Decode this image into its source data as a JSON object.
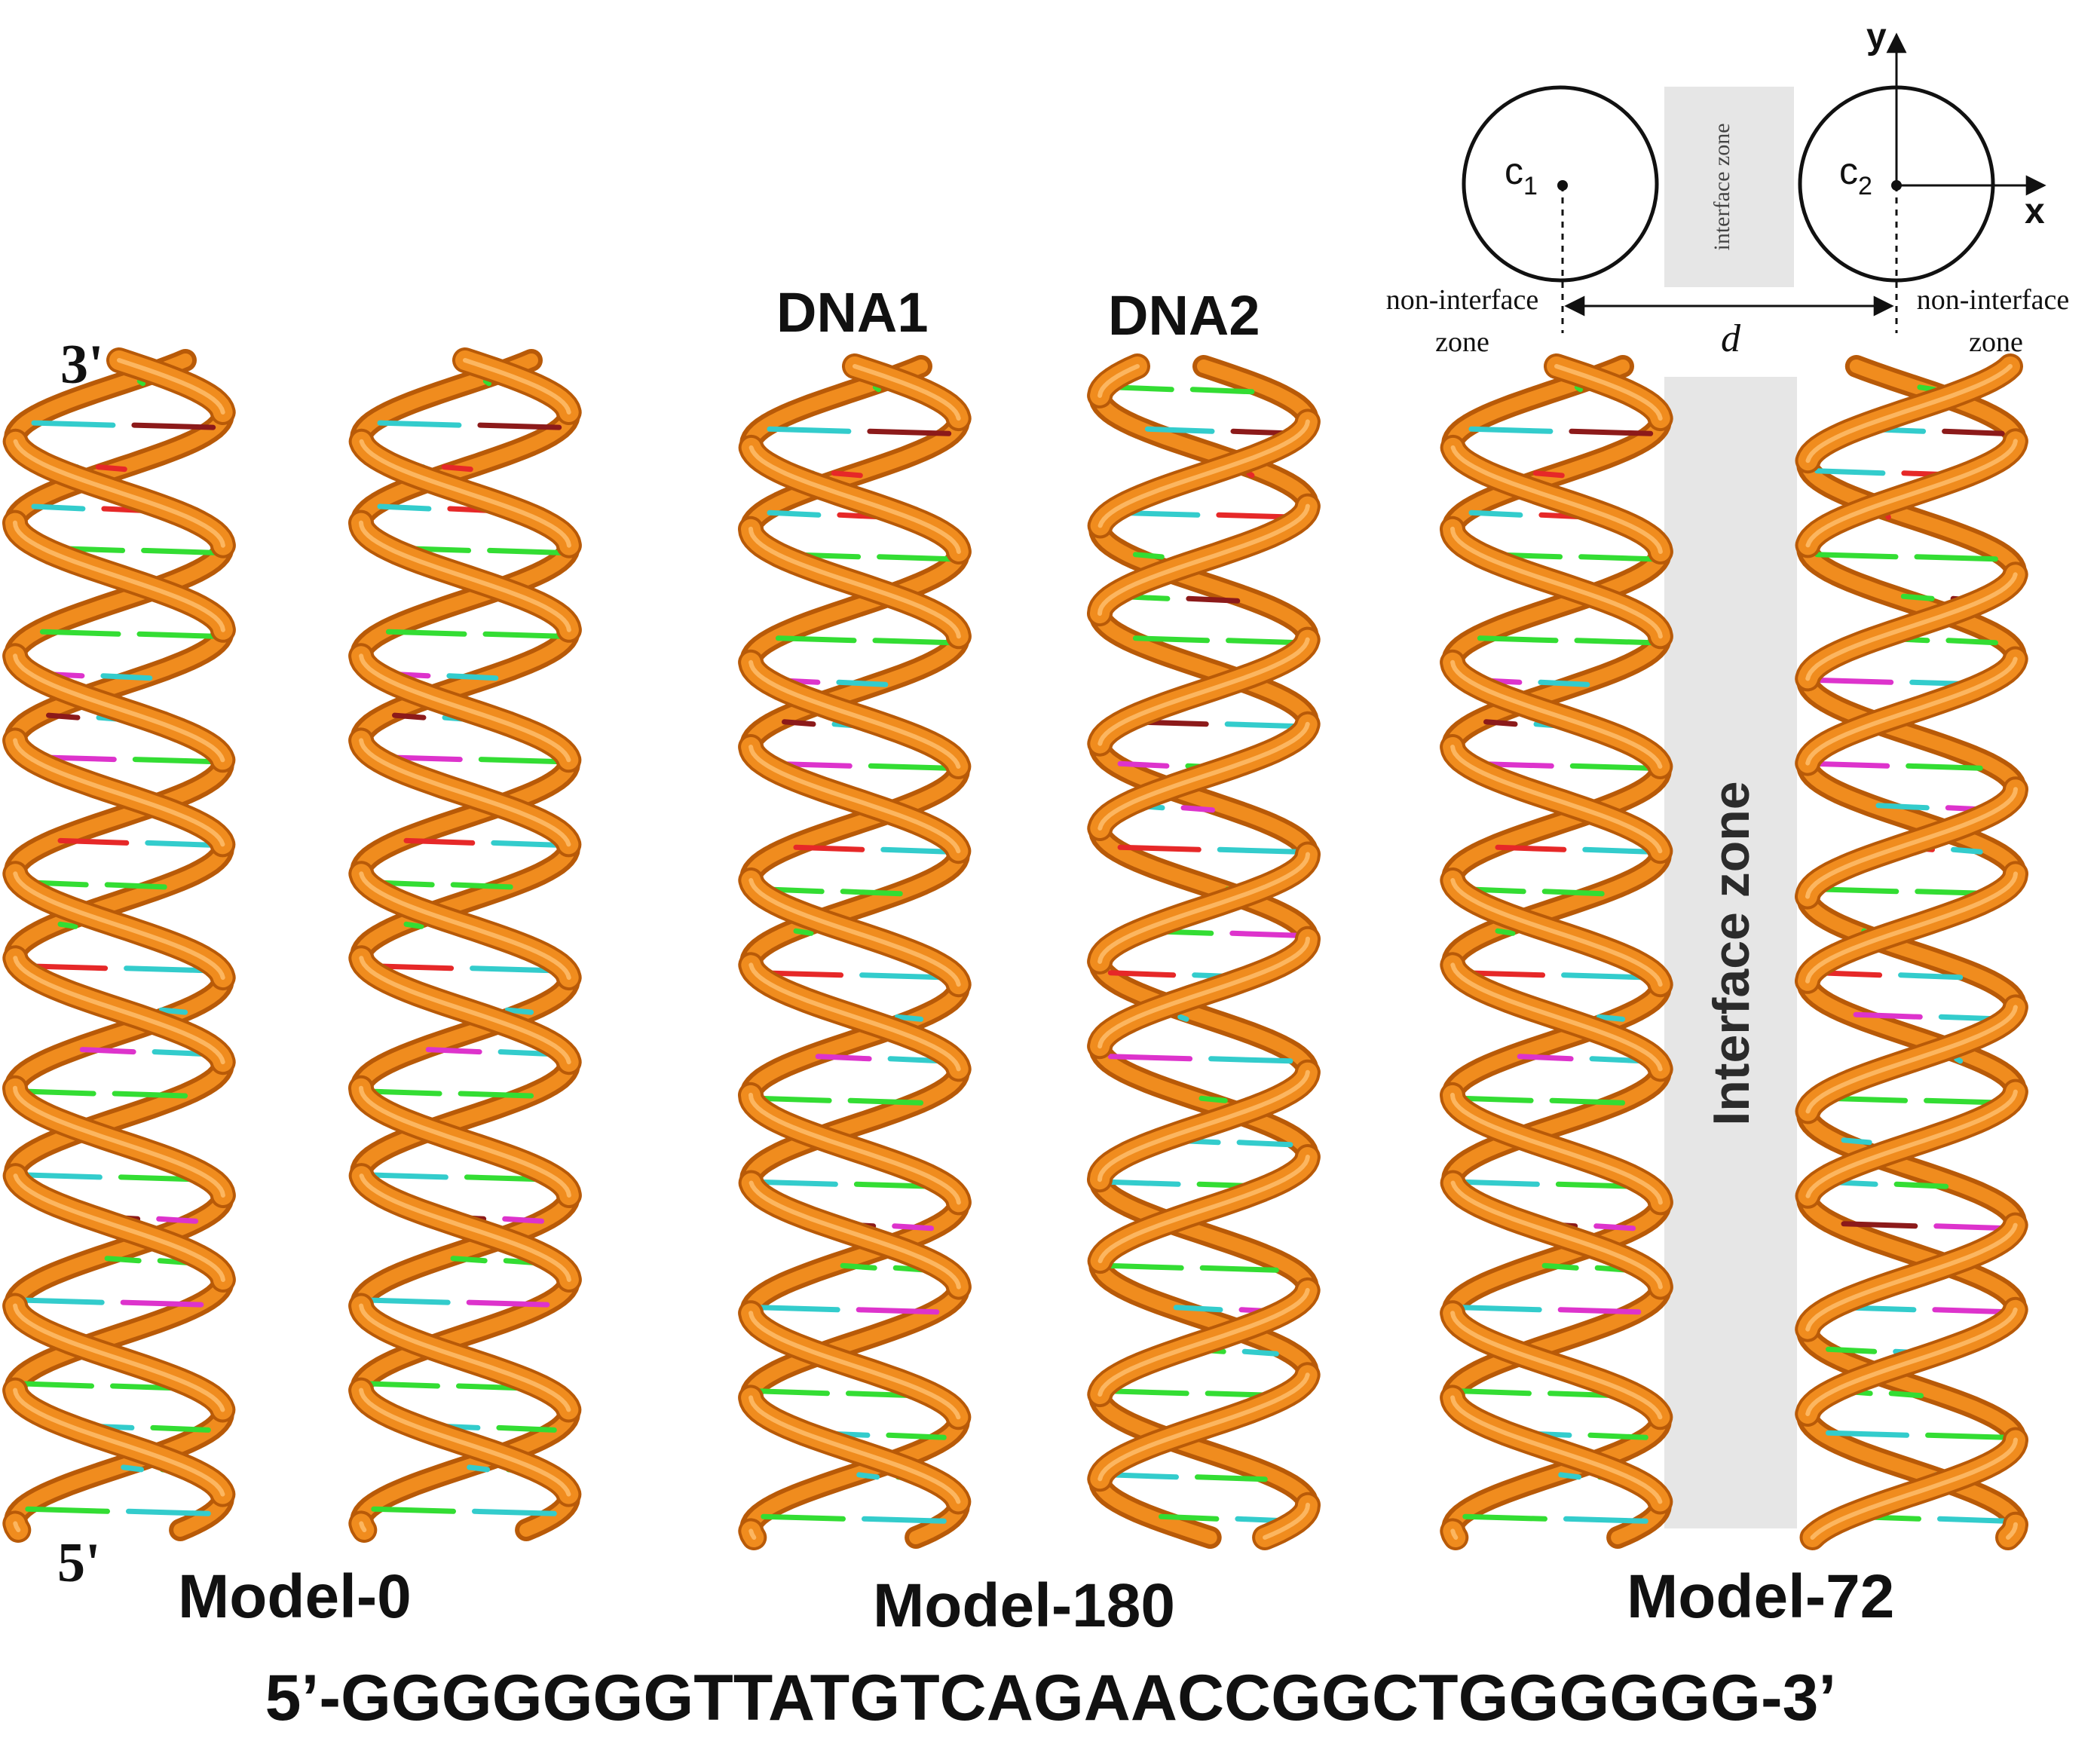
{
  "labels": {
    "end_3": "3'",
    "end_5": "5'",
    "dna1": "DNA1",
    "dna2": "DNA2",
    "model_0": "Model-0",
    "model_180": "Model-180",
    "model_72": "Model-72",
    "sequence": "5’-GGGGGGGTTATGTCAGAACCGGCTGGGGGG-3’",
    "interface_zone_big": "Interface zone"
  },
  "inset": {
    "interface_zone": "interface zone",
    "c1": "c",
    "c1_sub": "1",
    "c2": "c",
    "c2_sub": "2",
    "axis_x": "x",
    "axis_y": "y",
    "distance": "d",
    "non_interface_left_1": "non-interface",
    "non_interface_left_2": "zone",
    "non_interface_right_1": "non-interface",
    "non_interface_right_2": "zone"
  },
  "colors": {
    "backbone": "#f08c1e",
    "backbone_dark": "#b85a08",
    "backbone_light": "#ffc070",
    "base_green": "#33dd33",
    "base_cyan": "#33cccc",
    "base_red": "#e62828",
    "base_magenta": "#dd33cc",
    "base_darkred": "#8c1a1a",
    "zone_gray": "#e6e6e6"
  },
  "base_pattern": [
    "g",
    "c",
    "c",
    "c",
    "g",
    "g",
    "g",
    "m",
    "d",
    "m",
    "c",
    "r",
    "g",
    "g",
    "r",
    "m",
    "m",
    "g",
    "c",
    "c",
    "d",
    "g",
    "c",
    "g",
    "g",
    "c",
    "c",
    "g"
  ]
}
